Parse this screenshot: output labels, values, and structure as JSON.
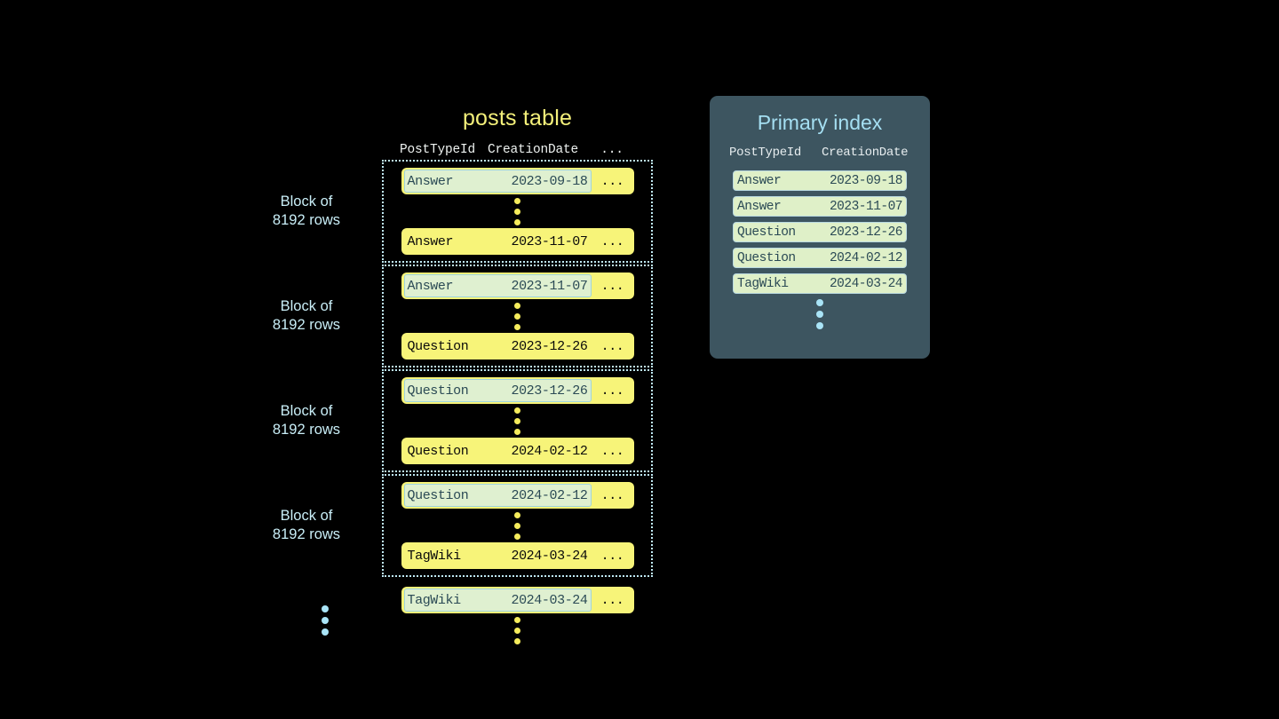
{
  "posts_table": {
    "title": "posts table",
    "columns": [
      "PostTypeId",
      "CreationDate",
      "..."
    ],
    "more_marker": "...",
    "block_label": "Block of\n8192 rows",
    "blocks": [
      {
        "label": "Block of\n8192 rows",
        "first_row": {
          "type": "Answer",
          "date": "2023-09-18",
          "more": "...",
          "highlighted": true
        },
        "last_row": {
          "type": "Answer",
          "date": "2023-11-07",
          "more": "...",
          "highlighted": false
        }
      },
      {
        "label": "Block of\n8192 rows",
        "first_row": {
          "type": "Answer",
          "date": "2023-11-07",
          "more": "...",
          "highlighted": true
        },
        "last_row": {
          "type": "Question",
          "date": "2023-12-26",
          "more": "...",
          "highlighted": false
        }
      },
      {
        "label": "Block of\n8192 rows",
        "first_row": {
          "type": "Question",
          "date": "2023-12-26",
          "more": "...",
          "highlighted": true
        },
        "last_row": {
          "type": "Question",
          "date": "2024-02-12",
          "more": "...",
          "highlighted": false
        }
      },
      {
        "label": "Block of\n8192 rows",
        "first_row": {
          "type": "Question",
          "date": "2024-02-12",
          "more": "...",
          "highlighted": true
        },
        "last_row": {
          "type": "TagWiki",
          "date": "2024-03-24",
          "more": "...",
          "highlighted": false
        }
      }
    ],
    "trailing_row": {
      "type": "TagWiki",
      "date": "2024-03-24",
      "more": "...",
      "highlighted": true
    }
  },
  "primary_index": {
    "title": "Primary index",
    "columns": [
      "PostTypeId",
      "CreationDate"
    ],
    "rows": [
      {
        "type": "Answer",
        "date": "2023-09-18"
      },
      {
        "type": "Answer",
        "date": "2023-11-07"
      },
      {
        "type": "Question",
        "date": "2023-12-26"
      },
      {
        "type": "Question",
        "date": "2024-02-12"
      },
      {
        "type": "TagWiki",
        "date": "2024-03-24"
      }
    ]
  },
  "colors": {
    "background": "#000000",
    "row_yellow": "#f7f479",
    "highlight_green": "#dff0d0",
    "panel_slate": "#3d5560",
    "accent_blue": "#a5dff2",
    "title_yellow": "#f4f07a"
  }
}
